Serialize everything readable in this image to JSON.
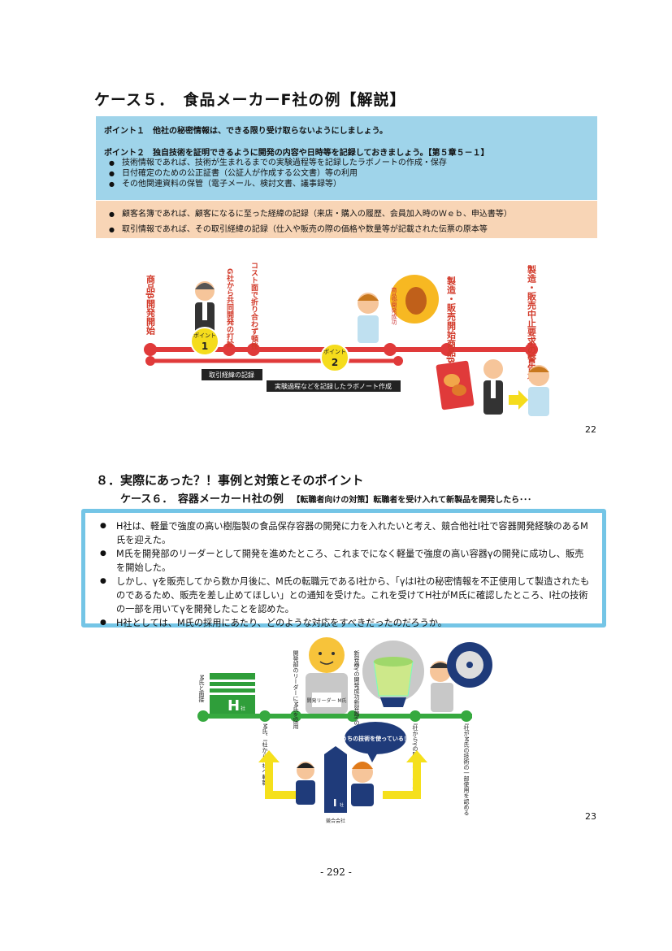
{
  "slide1": {
    "title": "ケース５．　食品メーカーF社の例【解説】",
    "point1": "ポイント１　他社の秘密情報は、できる限り受け取らないようにしましょう。",
    "point2": "ポイント２　独自技術を証明できるように開発の内容や日時等を記録しておきましょう。【第５章５－１】",
    "point2_items": [
      "技術情報であれば、技術が生まれるまでの実験過程等を記録したラボノートの作成・保存",
      "日付確定のための公正証書（公証人が作成する公文書）等の利用",
      "その他関連資料の保管（電子メール、検討文書、議事録等）"
    ],
    "orange_items": [
      "顧客名簿であれば、顧客になるに至った経緯の記録（来店・購入の履歴、会員加入時のＷｅｂ、申込書等）",
      "取引情報であれば、その取引経緯の記録（仕入や販売の際の価格や数量等が記載された伝票の原本等"
    ],
    "timeline": {
      "events": [
        "商品β開発開始",
        "G社から共同開発の打診",
        "コスト面で折り合わず頓挫",
        "製造・販売開始商品βの",
        "製造・販売中止要求の警告状"
      ],
      "badge_word": "ポイント",
      "badge_nums": [
        "1",
        "2"
      ],
      "sign_text": "商品β開発成功",
      "label_record": "取引経緯の記録",
      "label_labnote": "実験過程などを記録したラボノート作成"
    },
    "page": "22"
  },
  "slide2": {
    "section_title": "８．実際にあった？！事例と対策とそのポイント",
    "case_title": "ケース６．　容器メーカーＨ社の例",
    "case_subtitle": "【転職者向けの対策】転職者を受け入れて新製品を開発したら･･･",
    "items": [
      "H社は、軽量で強度の高い樹脂製の食品保存容器の開発に力を入れたいと考え、競合他社I社で容器開発経験のあるM氏を迎えた。",
      "M氏を開発部のリーダーとして開発を進めたところ、これまでになく軽量で強度の高い容器γの開発に成功し、販売を開始した。",
      "しかし、γを販売してから数か月後に、M氏の転職元であるI社から、「γはI社の秘密情報を不正使用して製造されたものであるため、販売を差し止めてほしい」との通知を受けた。これを受けてH社がM氏に確認したところ、I社の技術の一部を用いてγを開発したことを認めた。",
      "H社としては、M氏の採用にあたり、どのような対応をすべきだったのだろうか。"
    ],
    "timeline": {
      "top_labels": [
        "M氏と面接",
        "開発部のリーダーにM氏を採用",
        "新容器γの開発成功新容器γの販売開始",
        "I社がM氏の技術の一部使用を認める"
      ],
      "bottom_labels": [
        "M氏、I社からH社へ転職",
        "I社からγの販売差し止め通知"
      ],
      "speech": "うちの技術を使っている！",
      "building_letter": "H",
      "building_small": "社",
      "tower_letter": "I",
      "tower_small": "社",
      "tower_caption": "競合会社",
      "badge_text": "開発リーダー M氏"
    },
    "page": "23"
  },
  "footer": "- 292 -"
}
